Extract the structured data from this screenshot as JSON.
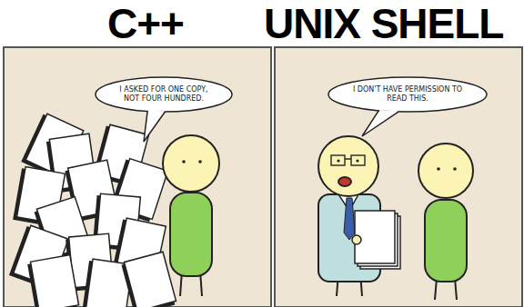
{
  "diagram": {
    "nodes": [
      {
        "text": [
          "I ASKED FOR ONE COPY, NOT FOUR HUNDRED."
        ]
      },
      {
        "text": [
          "I DON'T HAVE PERMISSION TO READ THIS."
        ]
      }
    ],
    "labels": [
      "C++",
      "UNIX SHELL"
    ]
  }
}
